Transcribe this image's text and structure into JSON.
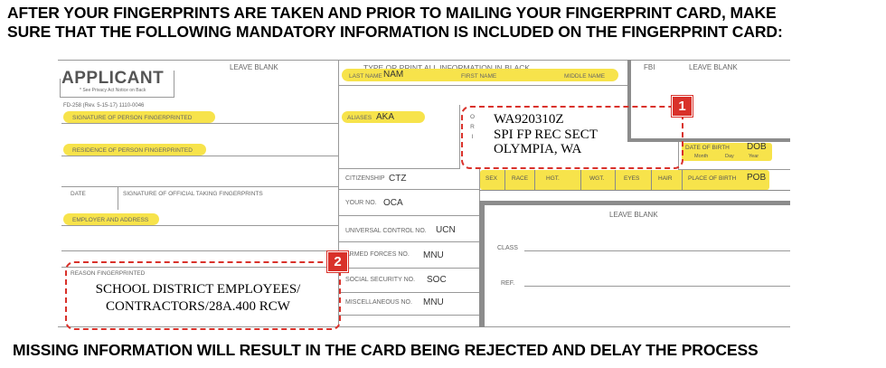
{
  "heading": {
    "line1": "AFTER YOUR FINGERPRINTS ARE TAKEN AND PRIOR TO MAILING YOUR FINGERPRINT CARD, MAKE",
    "line2": "SURE THAT THE FOLLOWING MANDATORY INFORMATION IS INCLUDED ON THE FINGERPRINT CARD:"
  },
  "footer": "MISSING INFORMATION WILL RESULT IN THE CARD BEING REJECTED AND DELAY THE PROCESS",
  "card": {
    "applicant": "APPLICANT",
    "privacy_note": "* See Privacy Act Notice on Back",
    "form_number": "FD-258 (Rev. 5-15-17) 1110-0046",
    "leave_blank_1": "LEAVE BLANK",
    "type_print": "TYPE OR PRINT ALL INFORMATION IN BLACK",
    "fbi": "FBI",
    "leave_blank_2": "LEAVE BLANK",
    "last_name": "LAST NAME",
    "nam": "NAM",
    "first_name": "FIRST NAME",
    "middle_name": "MIDDLE NAME",
    "signature_person": "SIGNATURE OF PERSON FINGERPRINTED",
    "aliases": "ALIASES",
    "aka": "AKA",
    "ori_letters": [
      "O",
      "R",
      "I"
    ],
    "ori_lines": [
      "WA920310Z",
      "SPI FP REC SECT",
      "OLYMPIA, WA"
    ],
    "residence": "RESIDENCE OF PERSON FINGERPRINTED",
    "date_of_birth": "DATE OF BIRTH",
    "dob": "DOB",
    "month": "Month",
    "day": "Day",
    "year": "Year",
    "citizenship": "CITIZENSHIP",
    "ctz": "CTZ",
    "date": "DATE",
    "signature_official": "SIGNATURE OF OFFICIAL TAKING FINGERPRINTS",
    "attributes": [
      "SEX",
      "RACE",
      "HGT.",
      "WGT.",
      "EYES",
      "HAIR"
    ],
    "place_of_birth": "PLACE OF BIRTH",
    "pob": "POB",
    "your_no": "YOUR NO.",
    "oca": "OCA",
    "leave_blank_3": "LEAVE BLANK",
    "employer": "EMPLOYER AND ADDRESS",
    "ucn_label": "UNIVERSAL CONTROL NO.",
    "ucn": "UCN",
    "class": "CLASS",
    "armed_forces": "ARMED FORCES NO.",
    "mnu1": "MNU",
    "reason": "REASON FINGERPRINTED",
    "reason_lines": [
      "SCHOOL DISTRICT EMPLOYEES/",
      "CONTRACTORS/28A.400 RCW"
    ],
    "social_security": "SOCIAL SECURITY NO.",
    "soc": "SOC",
    "ref": "REF.",
    "misc_no": "MISCELLANEOUS NO.",
    "mnu2": "MNU"
  },
  "callouts": {
    "badge1": "1",
    "badge2": "2"
  },
  "colors": {
    "highlight": "#f7e34b",
    "callout": "#d9312a"
  }
}
